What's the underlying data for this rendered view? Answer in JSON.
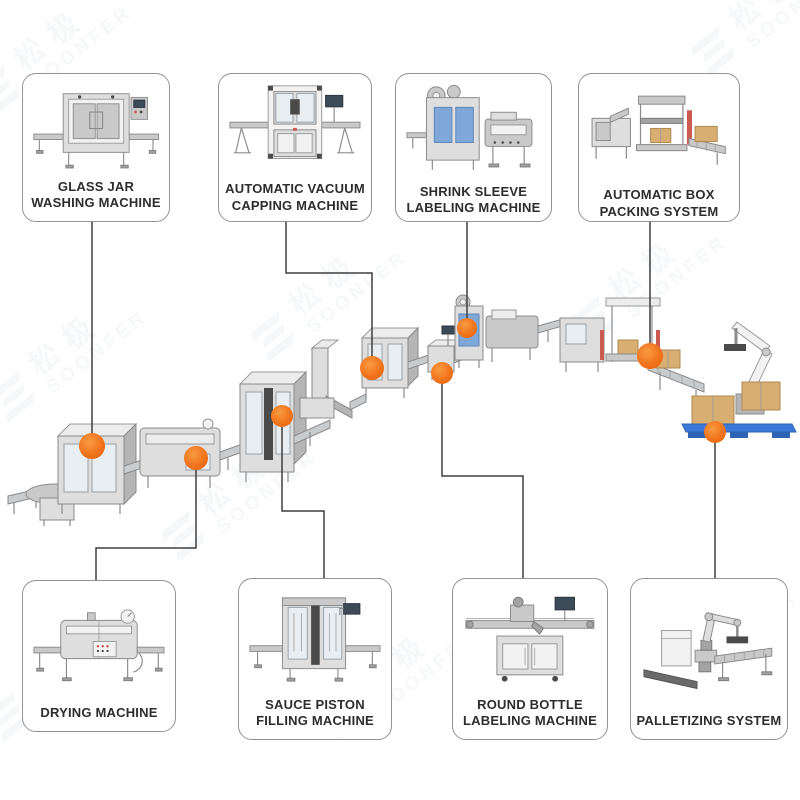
{
  "page": {
    "background": "#FFFFFF"
  },
  "watermark": {
    "cjk": "松极",
    "latin": "SOONFER"
  },
  "colors": {
    "accent_orange": "#F0731D",
    "connector_line": "#3F3F3F",
    "card_border": "#939393",
    "label_text": "#2D2D2D",
    "machine_blue": "#7FA8D9",
    "pallet_blue": "#3B78D8",
    "carton_tan": "#D8AE72"
  },
  "callouts": [
    {
      "id": "glass-jar-washing",
      "label_lines": [
        "GLASS JAR",
        "WASHING MACHINE"
      ]
    },
    {
      "id": "automatic-vacuum-capping",
      "label_lines": [
        "AUTOMATIC VACUUM",
        "CAPPING MACHINE"
      ]
    },
    {
      "id": "shrink-sleeve-labeling",
      "label_lines": [
        "SHRINK SLEEVE",
        "LABELING MACHINE"
      ]
    },
    {
      "id": "automatic-box-packing",
      "label_lines": [
        "AUTOMATIC BOX",
        "PACKING SYSTEM"
      ]
    },
    {
      "id": "drying",
      "label_lines": [
        "DRYING MACHINE"
      ]
    },
    {
      "id": "sauce-piston-filling",
      "label_lines": [
        "SAUCE PISTON",
        "FILLING MACHINE"
      ]
    },
    {
      "id": "round-bottle-labeling",
      "label_lines": [
        "ROUND BOTTLE",
        "LABELING MACHINE"
      ]
    },
    {
      "id": "palletizing",
      "label_lines": [
        "PALLETIZING SYSTEM"
      ]
    }
  ]
}
